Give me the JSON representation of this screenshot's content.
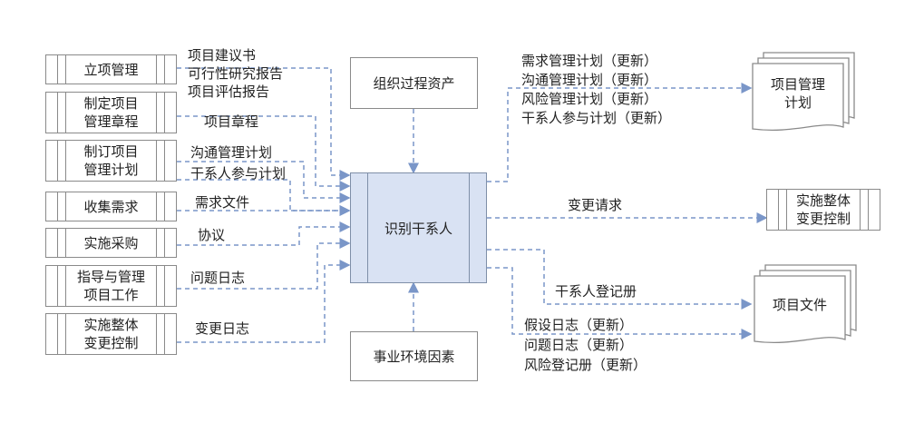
{
  "inputs": {
    "i1": "立项管理",
    "i2": "制定项目\n管理章程",
    "i3": "制订项目\n管理计划",
    "i4": "收集需求",
    "i5": "实施采购",
    "i6": "指导与管理\n项目工作",
    "i7": "实施整体\n变更控制"
  },
  "input_labels": {
    "l1a": "项目建议书",
    "l1b": "可行性研究报告",
    "l1c": "项目评估报告",
    "l2": "项目章程",
    "l3a": "沟通管理计划",
    "l3b": "干系人参与计划",
    "l4": "需求文件",
    "l5": "协议",
    "l6": "问题日志",
    "l7": "变更日志"
  },
  "top_box": "组织过程资产",
  "bottom_box": "事业环境因素",
  "central": "识别干系人",
  "outputs": {
    "plan_doc": "项目管理\n计划",
    "plan_updates": [
      "需求管理计划（更新）",
      "沟通管理计划（更新）",
      "风险管理计划（更新）",
      "干系人参与计划（更新）"
    ],
    "change_request": "变更请求",
    "change_target": "实施整体\n变更控制",
    "stakeholder_register": "干系人登记册",
    "project_docs": "项目文件",
    "doc_updates": [
      "假设日志（更新）",
      "问题日志（更新）",
      "风险登记册（更新）"
    ]
  }
}
